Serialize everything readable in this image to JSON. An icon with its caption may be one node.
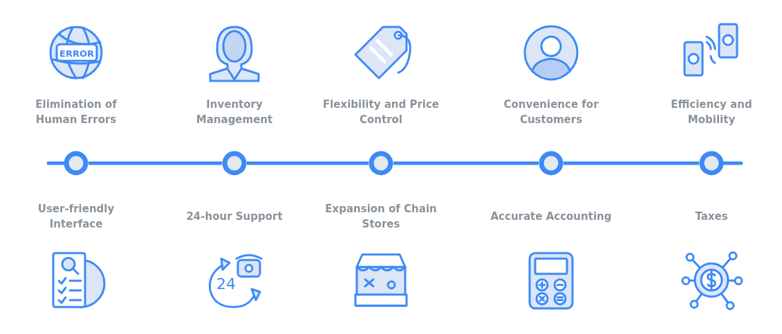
{
  "diagram": {
    "nodes": [
      {
        "text": [],
        "shape": "circle",
        "beside": [
          "Elimination of Human Errors",
          "User-friendly Interface"
        ]
      },
      {
        "text": [],
        "shape": "circle",
        "beside": [
          "Inventory Management",
          "24-hour Support"
        ]
      },
      {
        "text": [],
        "shape": "circle",
        "beside": [
          "Flexibility and Price Control",
          "Expansion of Chain Stores"
        ]
      },
      {
        "text": [],
        "shape": "circle",
        "beside": [
          "Convenience for Customers",
          "Accurate Accounting"
        ]
      },
      {
        "text": [],
        "shape": "circle",
        "beside": [
          "Efficiency and Mobility",
          "Taxes"
        ]
      }
    ],
    "edges": [
      {
        "from": 0,
        "to": 1,
        "arrow": "none"
      },
      {
        "from": 1,
        "to": 2,
        "arrow": "none"
      },
      {
        "from": 2,
        "to": 3,
        "arrow": "none"
      },
      {
        "from": 3,
        "to": 4,
        "arrow": "none"
      }
    ],
    "labels": [
      "ERROR",
      "24"
    ]
  }
}
